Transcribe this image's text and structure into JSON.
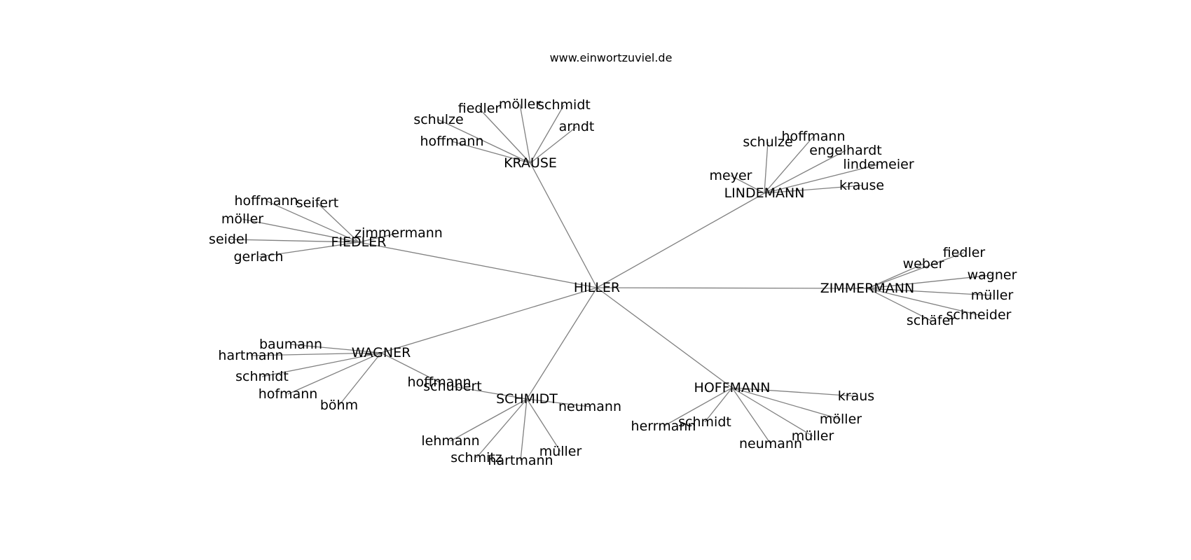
{
  "title": "www.einwortzuviel.de",
  "edge_color": "#808080",
  "text_color": "#000000",
  "background": "#ffffff",
  "root": {
    "label": "HILLER",
    "children": [
      {
        "label": "KRAUSE",
        "leaves": [
          "schulze",
          "fiedler",
          "möller",
          "schmidt",
          "arndt",
          "hoffmann"
        ]
      },
      {
        "label": "LINDEMANN",
        "leaves": [
          "schulze",
          "hoffmann",
          "engelhardt",
          "lindemeier",
          "meyer",
          "krause"
        ]
      },
      {
        "label": "FIEDLER",
        "leaves": [
          "hoffmann",
          "seifert",
          "möller",
          "zimmermann",
          "seidel",
          "gerlach"
        ]
      },
      {
        "label": "ZIMMERMANN",
        "leaves": [
          "fiedler",
          "weber",
          "wagner",
          "müller",
          "schneider",
          "schäfer"
        ]
      },
      {
        "label": "WAGNER",
        "leaves": [
          "baumann",
          "hartmann",
          "schmidt",
          "hofmann",
          "böhm",
          "hoffmann"
        ]
      },
      {
        "label": "SCHMIDT",
        "leaves": [
          "schubert",
          "neumann",
          "lehmann",
          "schmitz",
          "hartmann",
          "müller"
        ]
      },
      {
        "label": "HOFFMANN",
        "leaves": [
          "kraus",
          "möller",
          "müller",
          "neumann",
          "schmidt",
          "herrmann"
        ]
      }
    ]
  }
}
